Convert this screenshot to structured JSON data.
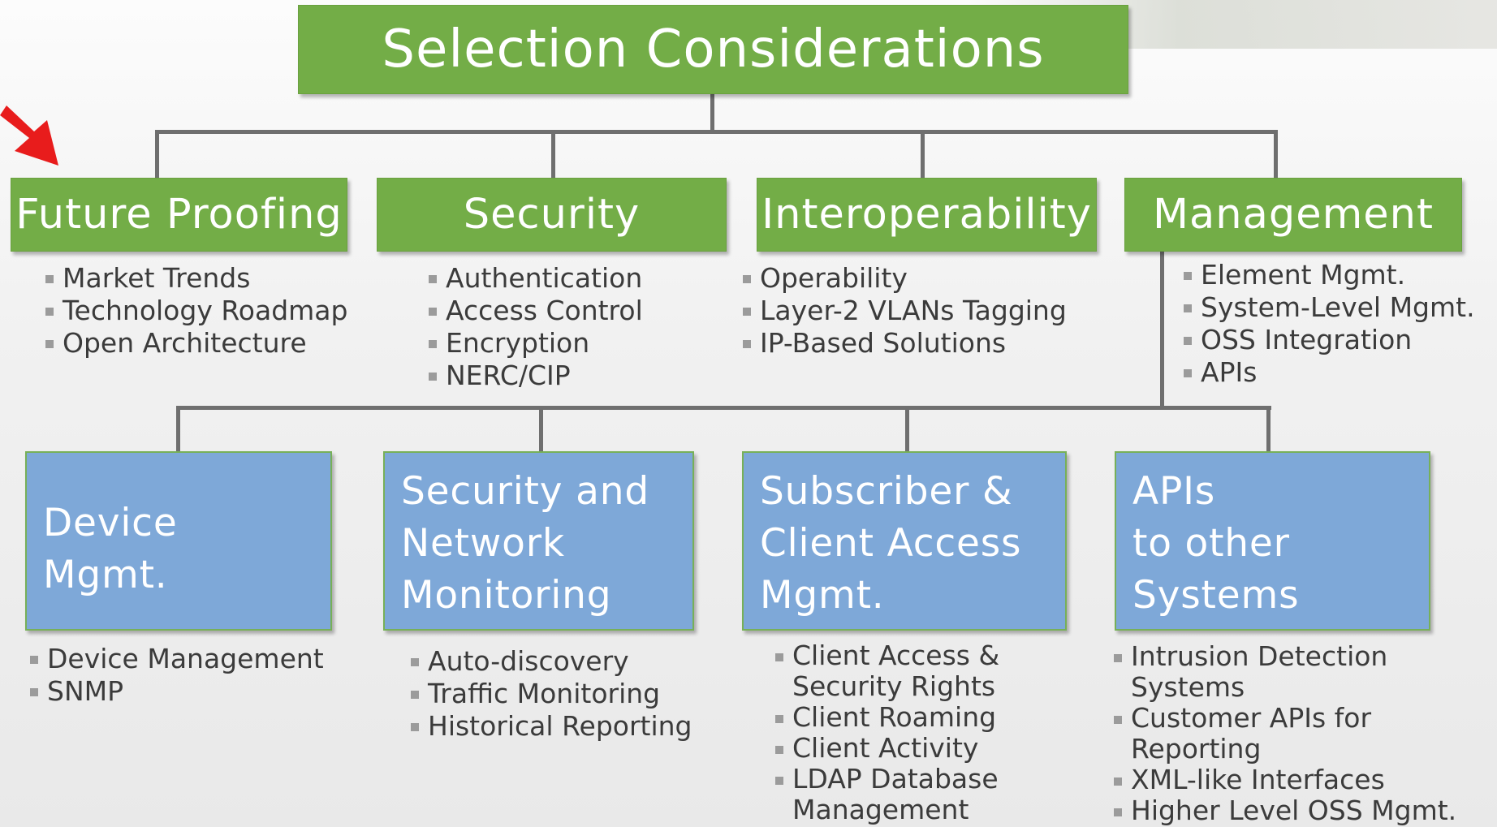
{
  "title": "Selection Considerations",
  "categories": [
    {
      "label": "Future Proofing",
      "items": [
        "Market Trends",
        "Technology Roadmap",
        "Open Architecture"
      ]
    },
    {
      "label": "Security",
      "items": [
        "Authentication",
        "Access Control",
        "Encryption",
        "NERC/CIP"
      ]
    },
    {
      "label": "Interoperability",
      "items": [
        "Operability",
        "Layer-2 VLANs Tagging",
        "IP-Based Solutions"
      ]
    },
    {
      "label": "Management",
      "items": [
        "Element Mgmt.",
        "System-Level Mgmt.",
        "OSS Integration",
        "APIs"
      ]
    }
  ],
  "management_subcategories": [
    {
      "label": "Device\nMgmt.",
      "items": [
        "Device Management",
        "SNMP"
      ]
    },
    {
      "label": "Security and\nNetwork\nMonitoring",
      "items": [
        "Auto-discovery",
        "Traffic Monitoring",
        "Historical Reporting"
      ]
    },
    {
      "label": "Subscriber &\nClient Access\nMgmt.",
      "items": [
        "Client Access &\nSecurity Rights",
        "Client Roaming",
        "Client Activity",
        "LDAP Database\nManagement"
      ]
    },
    {
      "label": "APIs\nto other\nSystems",
      "items": [
        "Intrusion Detection Systems",
        "Customer APIs for Reporting",
        "XML-like Interfaces",
        "Higher Level OSS Mgmt."
      ]
    }
  ],
  "colors": {
    "category_green": "#73ad47",
    "subcategory_blue": "#7ea8d8",
    "connector_gray": "#6f6f6f",
    "arrow_red": "#e81c1c"
  }
}
